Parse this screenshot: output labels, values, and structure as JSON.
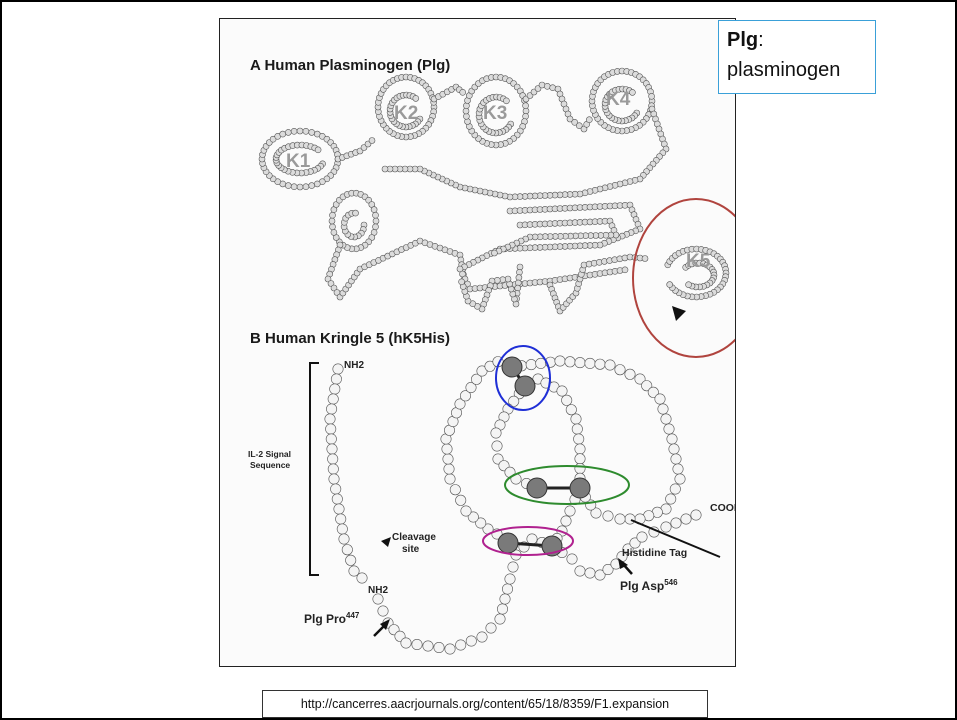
{
  "panel_a": {
    "title": "A  Human Plasminogen (Plg)",
    "kringles": [
      "K1",
      "K2",
      "K3",
      "K4",
      "K5"
    ]
  },
  "panel_b": {
    "title": "B  Human Kringle 5 (hK5His)",
    "nh2_top": "NH2",
    "signal_label_line1": "IL-2 Signal",
    "signal_label_line2": "Sequence",
    "cleavage_line1": "Cleavage",
    "cleavage_line2": "site",
    "nh2_bottom": "NH2",
    "cooh": "COOH",
    "histidine_tag": "Histidine Tag",
    "plg_pro": "Plg Pro",
    "plg_pro_sup": "447",
    "plg_asp": "Plg Asp",
    "plg_asp_sup": "546"
  },
  "callout": {
    "term": "Plg",
    "colon": ":",
    "definition": "plasminogen"
  },
  "source_url": "http://cancerres.aacrjournals.org/content/65/18/8359/F1.expansion",
  "colors": {
    "k5_circle": "#b0443e",
    "disulfide_1": "#1f2fd6",
    "disulfide_2": "#2e8b2e",
    "disulfide_3": "#b0218f",
    "callout_border": "#3aa0d8"
  }
}
